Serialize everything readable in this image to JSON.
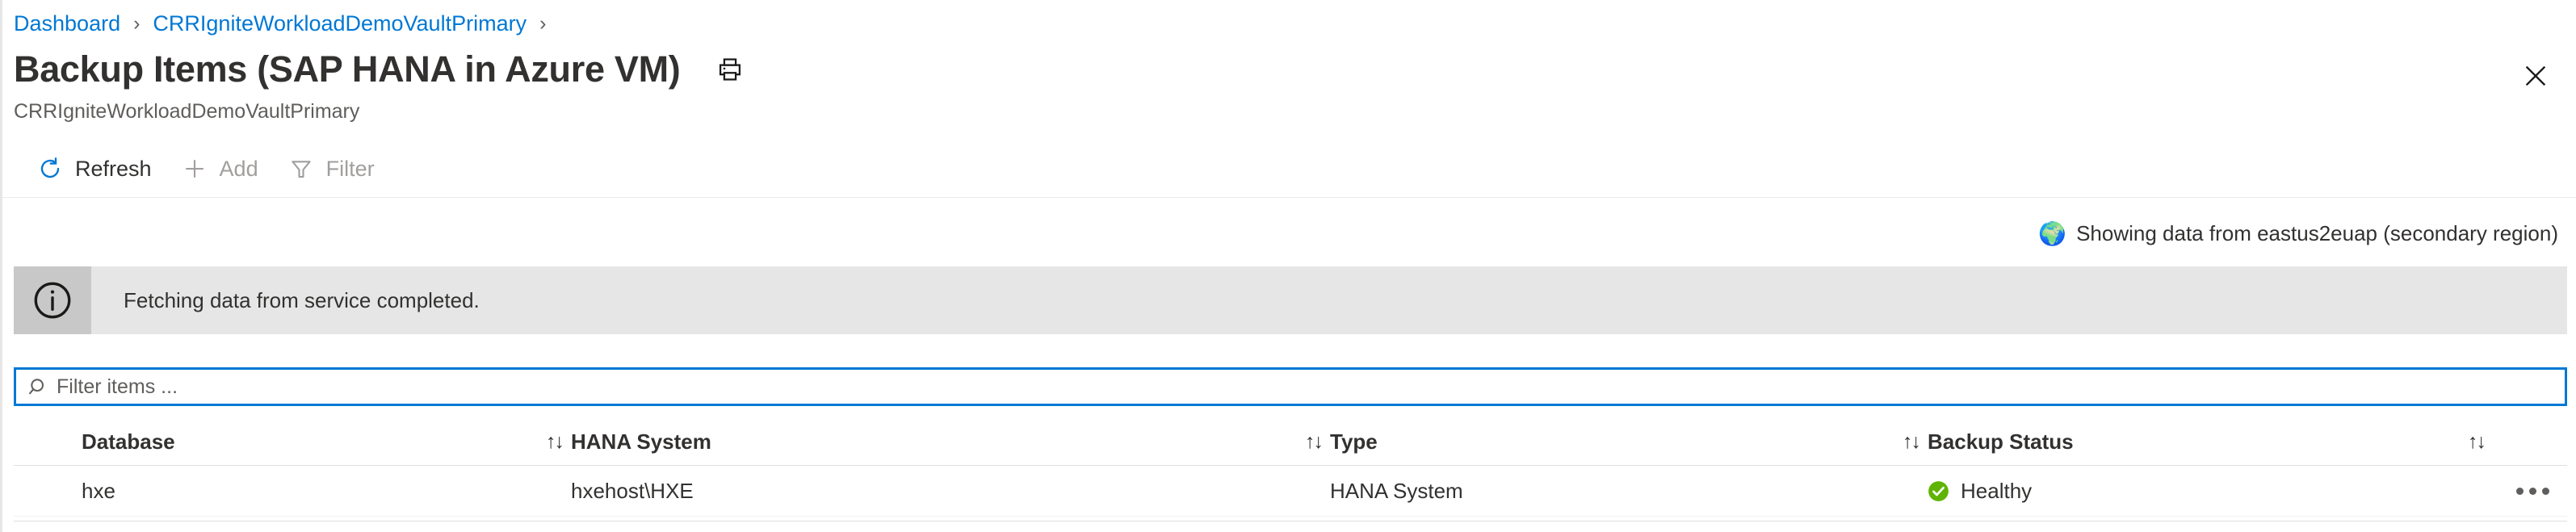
{
  "breadcrumb": {
    "items": [
      {
        "label": "Dashboard"
      },
      {
        "label": "CRRIgniteWorkloadDemoVaultPrimary"
      }
    ],
    "separator": "›"
  },
  "header": {
    "title": "Backup Items (SAP HANA in Azure VM)",
    "subtitle": "CRRIgniteWorkloadDemoVaultPrimary",
    "print_icon": "print-icon",
    "close_icon": "close-icon"
  },
  "toolbar": {
    "refresh_label": "Refresh",
    "refresh_icon": "refresh-icon",
    "add_label": "Add",
    "add_icon": "plus-icon",
    "filter_label": "Filter",
    "filter_icon": "funnel-icon"
  },
  "region_notice": {
    "icon": "globe-icon",
    "glyph": "🌍",
    "text": "Showing data from eastus2euap (secondary region)"
  },
  "info_banner": {
    "icon": "info-icon",
    "glyph": "i",
    "message": "Fetching data from service completed."
  },
  "search": {
    "icon": "search-icon",
    "value": "",
    "placeholder": "Filter items ..."
  },
  "table": {
    "sort_icon_glyph": "↑↓",
    "columns": [
      {
        "key": "database",
        "label": "Database",
        "sortable": true
      },
      {
        "key": "hana_system",
        "label": "HANA System",
        "sortable": true
      },
      {
        "key": "type",
        "label": "Type",
        "sortable": true
      },
      {
        "key": "backup_status",
        "label": "Backup Status",
        "sortable": true
      }
    ],
    "rows": [
      {
        "database": "hxe",
        "hana_system": "hxehost\\HXE",
        "type": "HANA System",
        "backup_status": "Healthy",
        "status_icon": "healthy-check-icon",
        "menu_icon": "more-options-icon"
      }
    ]
  },
  "colors": {
    "link": "#0078d4",
    "accent": "#0078d4",
    "healthy": "#5eb400",
    "text": "#323130",
    "muted": "#605e5c",
    "disabled": "#a19f9d",
    "banner_bg": "#e6e6e6",
    "banner_icon_bg": "#c8c8c8"
  }
}
